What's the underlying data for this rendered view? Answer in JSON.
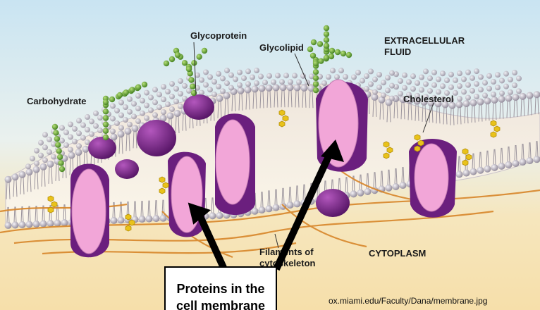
{
  "labels": {
    "glycoprotein": "Glycoprotein",
    "glycolipid": "Glycolipid",
    "extracellular_1": "EXTRACELLULAR",
    "extracellular_2": "FLUID",
    "carbohydrate": "Carbohydrate",
    "cholesterol": "Cholesterol",
    "filaments_1": "Filaments of",
    "filaments_2": "cytoskeleton",
    "cytoplasm": "CYTOPLASM"
  },
  "credit": "ox.miami.edu/Faculty/Dana/membrane.jpg",
  "callout": {
    "line1": "Proteins in the",
    "line2": "cell membrane"
  },
  "colors": {
    "sky": "#c9e4f2",
    "cytoplasm": "#f6dfaa",
    "protein_pink": "#f2a6d8",
    "protein_purple": "#6b1f7e",
    "head": "#c9c3cf",
    "carb_green": "#6fae3a",
    "cholesterol": "#e9c21a",
    "fiber": "#d8862a"
  }
}
